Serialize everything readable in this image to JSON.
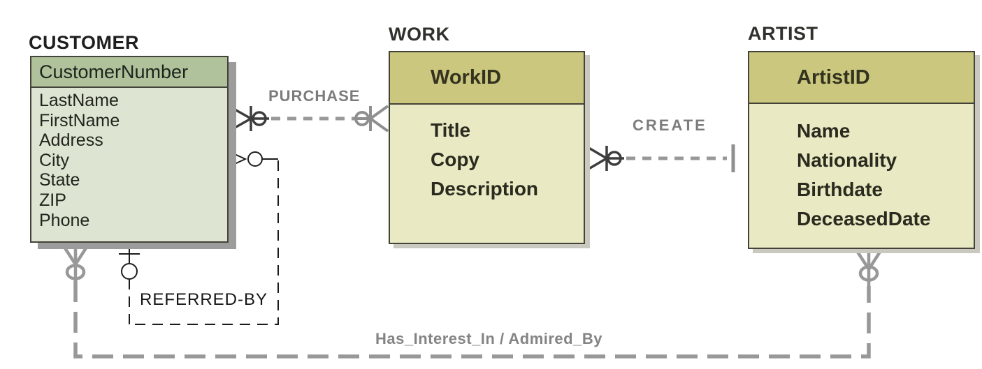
{
  "entities": [
    {
      "name": "CUSTOMER",
      "key": "CustomerNumber",
      "attributes": [
        "LastName",
        "FirstName",
        "Address",
        "City",
        "State",
        "ZIP",
        "Phone"
      ]
    },
    {
      "name": "WORK",
      "key": "WorkID",
      "attributes": [
        "Title",
        "Copy",
        "Description"
      ]
    },
    {
      "name": "ARTIST",
      "key": "ArtistID",
      "attributes": [
        "Name",
        "Nationality",
        "Birthdate",
        "DeceasedDate"
      ]
    }
  ],
  "relationships": [
    {
      "label": "PURCHASE",
      "from": "CUSTOMER",
      "to": "WORK",
      "from_cardinality": "zero-or-many",
      "to_cardinality": "zero-or-many",
      "line_style": "dashed"
    },
    {
      "label": "CREATE",
      "from": "WORK",
      "to": "ARTIST",
      "from_cardinality": "zero-or-many",
      "to_cardinality": "one",
      "line_style": "dashed"
    },
    {
      "label": "REFERRED-BY",
      "from": "CUSTOMER",
      "to": "CUSTOMER",
      "recursive": true,
      "from_cardinality": "zero-or-many",
      "to_cardinality": "zero-or-one",
      "line_style": "dashed"
    },
    {
      "label": "Has_Interest_In / Admired_By",
      "from": "CUSTOMER",
      "to": "ARTIST",
      "from_cardinality": "zero-or-many",
      "to_cardinality": "zero-or-many",
      "line_style": "dashed"
    }
  ],
  "colors": {
    "customer_header": "#b0c29b",
    "customer_body": "#dee4d2",
    "work_artist_header": "#cbc77e",
    "work_artist_body": "#e9e9c4",
    "box_border": "#43433a",
    "customer_shadow": "#9c9c9c",
    "connector_gray": "#989898",
    "connector_dark": "#3d3d3d",
    "connector_black": "#1c1c1c",
    "label_gray": "#7c7c7c"
  }
}
